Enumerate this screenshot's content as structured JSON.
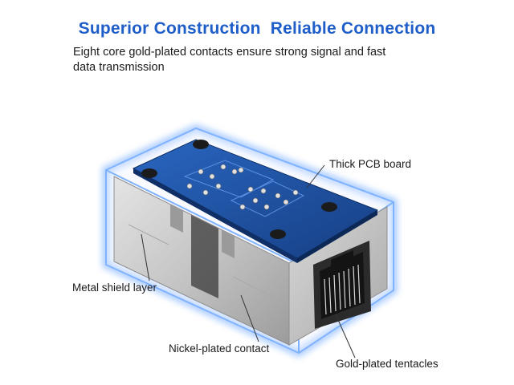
{
  "header": {
    "title": "Superior Construction  Reliable Connection",
    "subtitle": "Eight core gold-plated contacts ensure strong signal and fast data transmission"
  },
  "callouts": {
    "pcb": "Thick PCB board",
    "shield": "Metal shield layer",
    "nickel": "Nickel-plated contact",
    "gold": "Gold-plated tentacles"
  },
  "colors": {
    "title": "#1f5ec9",
    "glow": "#3d86ff",
    "pcb": "#1d4f9c",
    "metal": "#c9c9c9"
  }
}
